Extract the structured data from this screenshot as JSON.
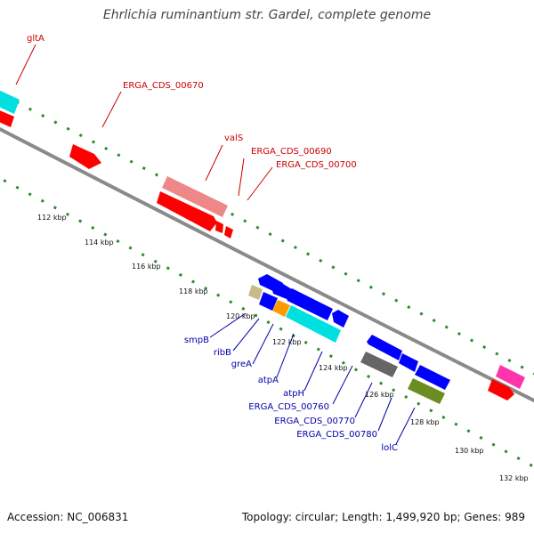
{
  "title": "Ehrlichia ruminantium str. Gardel, complete genome",
  "footer": {
    "accession": "Accession: NC_006831",
    "summary": "Topology: circular; Length: 1,499,920 bp; Genes: 989"
  },
  "colors": {
    "backbone": "#8a8a8a",
    "tick": "#2e8b2e",
    "forward_label": "#cc0000",
    "reverse_label": "#0000aa",
    "scale_label": "#111111"
  },
  "scale_labels": [
    "112 kbp",
    "114 kbp",
    "116 kbp",
    "118 kbp",
    "120 kbp",
    "122 kbp",
    "124 kbp",
    "126 kbp",
    "128 kbp",
    "130 kbp",
    "132 kbp"
  ],
  "gene_labels_forward": [
    "gltA",
    "ERGA_CDS_00670",
    "valS",
    "ERGA_CDS_00690",
    "ERGA_CDS_00700"
  ],
  "gene_labels_reverse": [
    "smpB",
    "ribB",
    "greA",
    "atpA",
    "atpH",
    "ERGA_CDS_00760",
    "ERGA_CDS_00770",
    "ERGA_CDS_00780",
    "lolC"
  ],
  "feature_colors": {
    "cds": "#ff0000",
    "trna": "#ee8888",
    "rrna": "#00e0e0",
    "blue_cds": "#0000ff",
    "tan": "#c8bb88",
    "orange": "#ff9900",
    "gray": "#666666",
    "olive": "#6b8e23",
    "pink": "#ff33aa"
  }
}
